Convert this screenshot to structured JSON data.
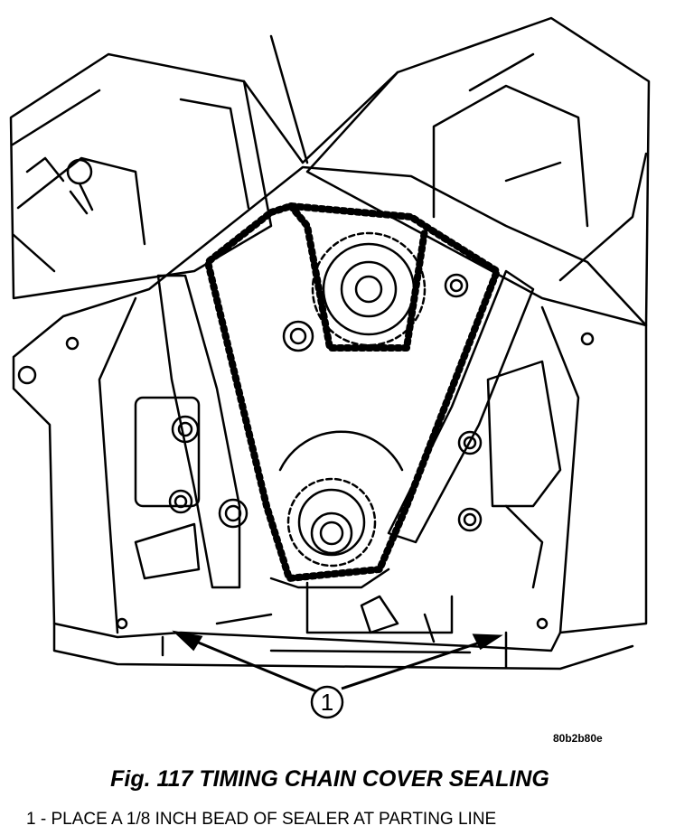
{
  "figure": {
    "part_id": "80b2b80e",
    "caption": "Fig. 117 TIMING CHAIN COVER SEALING",
    "callout": "1",
    "legend": [
      {
        "text": "1 - PLACE A 1/8 INCH BEAD OF SEALER AT PARTING LINE"
      }
    ]
  }
}
